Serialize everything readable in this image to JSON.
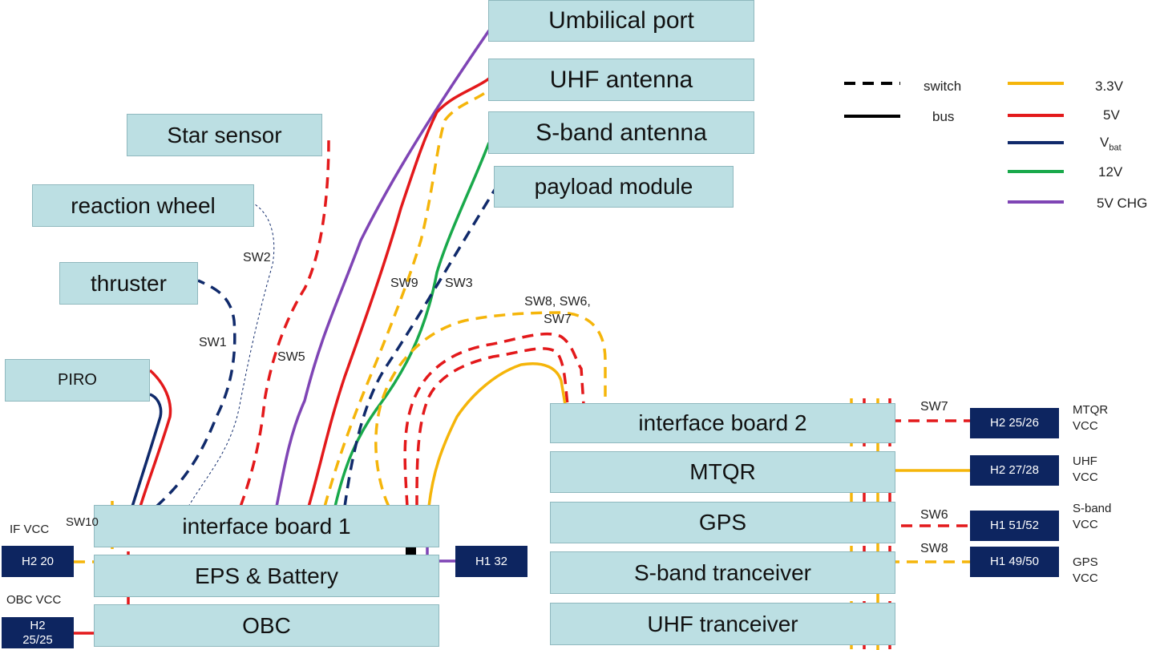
{
  "modules": {
    "umbilical_port": "Umbilical port",
    "uhf_antenna": "UHF antenna",
    "sband_antenna": "S-band antenna",
    "payload_module": "payload module",
    "star_sensor": "Star sensor",
    "reaction_wheel": "reaction wheel",
    "thruster": "thruster",
    "piro": "PIRO"
  },
  "stack1": {
    "interface_board_1": "interface board 1",
    "eps_battery": "EPS & Battery",
    "obc": "OBC"
  },
  "stack2": {
    "interface_board_2": "interface board 2",
    "mtqr": "MTQR",
    "gps": "GPS",
    "sband_tranceiver": "S-band tranceiver",
    "uhf_tranceiver": "UHF tranceiver"
  },
  "headers": {
    "h2_20": "H2 20",
    "h2_25_25": "H2\n25/25",
    "h1_32": "H1 32",
    "h2_25_26": "H2 25/26",
    "h2_27_28": "H2 27/28",
    "h1_51_52": "H1 51/52",
    "h1_49_50": "H1 49/50"
  },
  "switch_labels": {
    "sw1": "SW1",
    "sw2": "SW2",
    "sw3": "SW3",
    "sw5": "SW5",
    "sw9": "SW9",
    "sw8_6_7": "SW8, SW6,\nSW7",
    "sw10": "SW10",
    "sw7": "SW7",
    "sw6": "SW6",
    "sw8": "SW8"
  },
  "side_labels": {
    "if_vcc": "IF VCC",
    "obc_vcc": "OBC VCC",
    "mtqr_vcc": "MTQR\nVCC",
    "uhf_vcc": "UHF\nVCC",
    "sband_vcc": "S-band\nVCC",
    "gps_vcc": "GPS\nVCC"
  },
  "legend": {
    "switch": "switch",
    "bus": "bus",
    "v33": "3.3V",
    "v5": "5V",
    "vbat_main": "V",
    "vbat_sub": "bat",
    "v12": "12V",
    "v5chg": "5V CHG"
  },
  "colors": {
    "v33": "#f5b50a",
    "v5": "#e3191b",
    "vbat": "#102a6b",
    "v12": "#19a94b",
    "v5chg": "#7f45b5",
    "bus": "#000000",
    "box_fill": "#bcdfe3",
    "header_fill": "#0d2560"
  }
}
